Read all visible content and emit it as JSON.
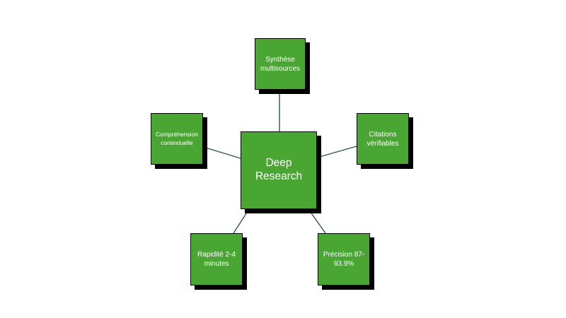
{
  "colors": {
    "node_fill": "#4aa632",
    "node_border": "#000000",
    "shadow": "#000000",
    "connector": "#2f5558",
    "text": "#ffffff",
    "background": "#ffffff"
  },
  "center": {
    "label": "Deep\nResearch"
  },
  "nodes": {
    "top": {
      "label": "Synthèse\nmultisources"
    },
    "left": {
      "label": "Compréhension\ncontextuelle"
    },
    "right": {
      "label": "Citations\nvérifiables"
    },
    "bottom_left": {
      "label": "Rapidité 2-4\nminutes"
    },
    "bottom_right": {
      "label": "Précision 87-\n93.9%"
    }
  }
}
